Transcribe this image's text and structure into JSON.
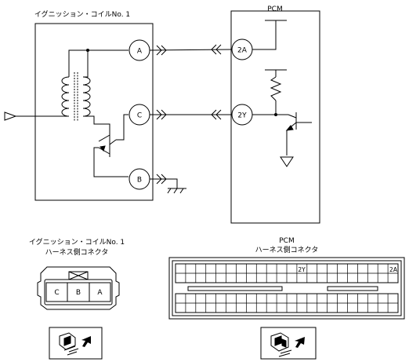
{
  "ignition_coil": {
    "title": "イグニッション・コイルNo. 1",
    "terminals": [
      "A",
      "C",
      "B"
    ]
  },
  "pcm": {
    "title": "PCM",
    "terminals": [
      "2A",
      "2Y"
    ]
  },
  "coil_connector": {
    "title_line1": "イグニッション・コイルNo. 1",
    "title_line2": "ハーネス側コネクタ",
    "pins": [
      "C",
      "B",
      "A"
    ]
  },
  "pcm_connector": {
    "title_line1": "PCM",
    "title_line2": "ハーネス側コネクタ",
    "pin_2y": "2Y",
    "pin_2a": "2A"
  },
  "icons": [
    "connector-plug-view-icon",
    "ground-symbol",
    "transformer-coil",
    "transistor-symbol",
    "resistor-symbol"
  ]
}
